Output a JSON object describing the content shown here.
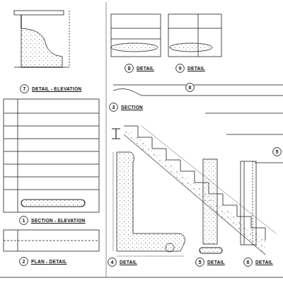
{
  "diagram": {
    "nodes": [
      {
        "text": [
          "7",
          "DETAIL - ELEVATION"
        ]
      },
      {
        "text": [
          "8",
          "DETAIL"
        ]
      },
      {
        "text": [
          "9",
          "DETAIL"
        ]
      },
      {
        "text": [
          "6"
        ]
      },
      {
        "text": [
          "3",
          "SECTION"
        ]
      },
      {
        "text": [
          "5"
        ]
      },
      {
        "text": [
          "1",
          "SECTION - ELEVATION"
        ]
      },
      {
        "text": [
          "2",
          "PLAN - DETAIL"
        ]
      },
      {
        "text": [
          "4",
          "DETAIL"
        ]
      },
      {
        "text": [
          "5",
          "DETAIL"
        ]
      },
      {
        "text": [
          "6",
          "DETAIL"
        ]
      }
    ]
  }
}
